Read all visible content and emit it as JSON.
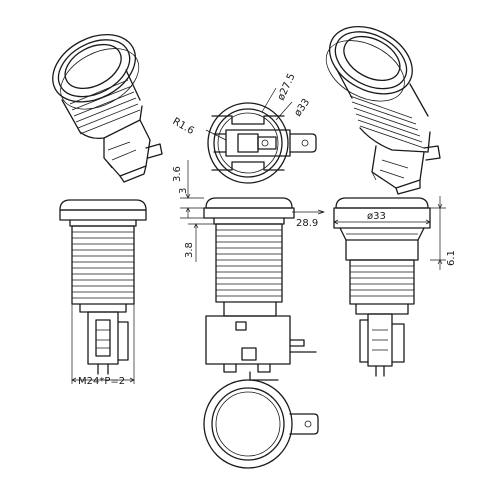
{
  "diagram": {
    "views": [
      "perspective-left",
      "top-view",
      "perspective-right",
      "front-view",
      "side-view",
      "rear-view",
      "bottom-view"
    ],
    "line_color": "#1a1a1a",
    "background": "#ffffff"
  },
  "labels": {
    "diameter_27_5": "ø27.5",
    "diameter_33_top": "ø33",
    "radius": "R1.6",
    "height_3_6": "3.6",
    "height_3": "3",
    "height_3_8": "3.8",
    "width_28_9": "28.9",
    "diameter_33_side": "ø33",
    "height_6_1": "6.1",
    "thread": "M24*P=2"
  }
}
